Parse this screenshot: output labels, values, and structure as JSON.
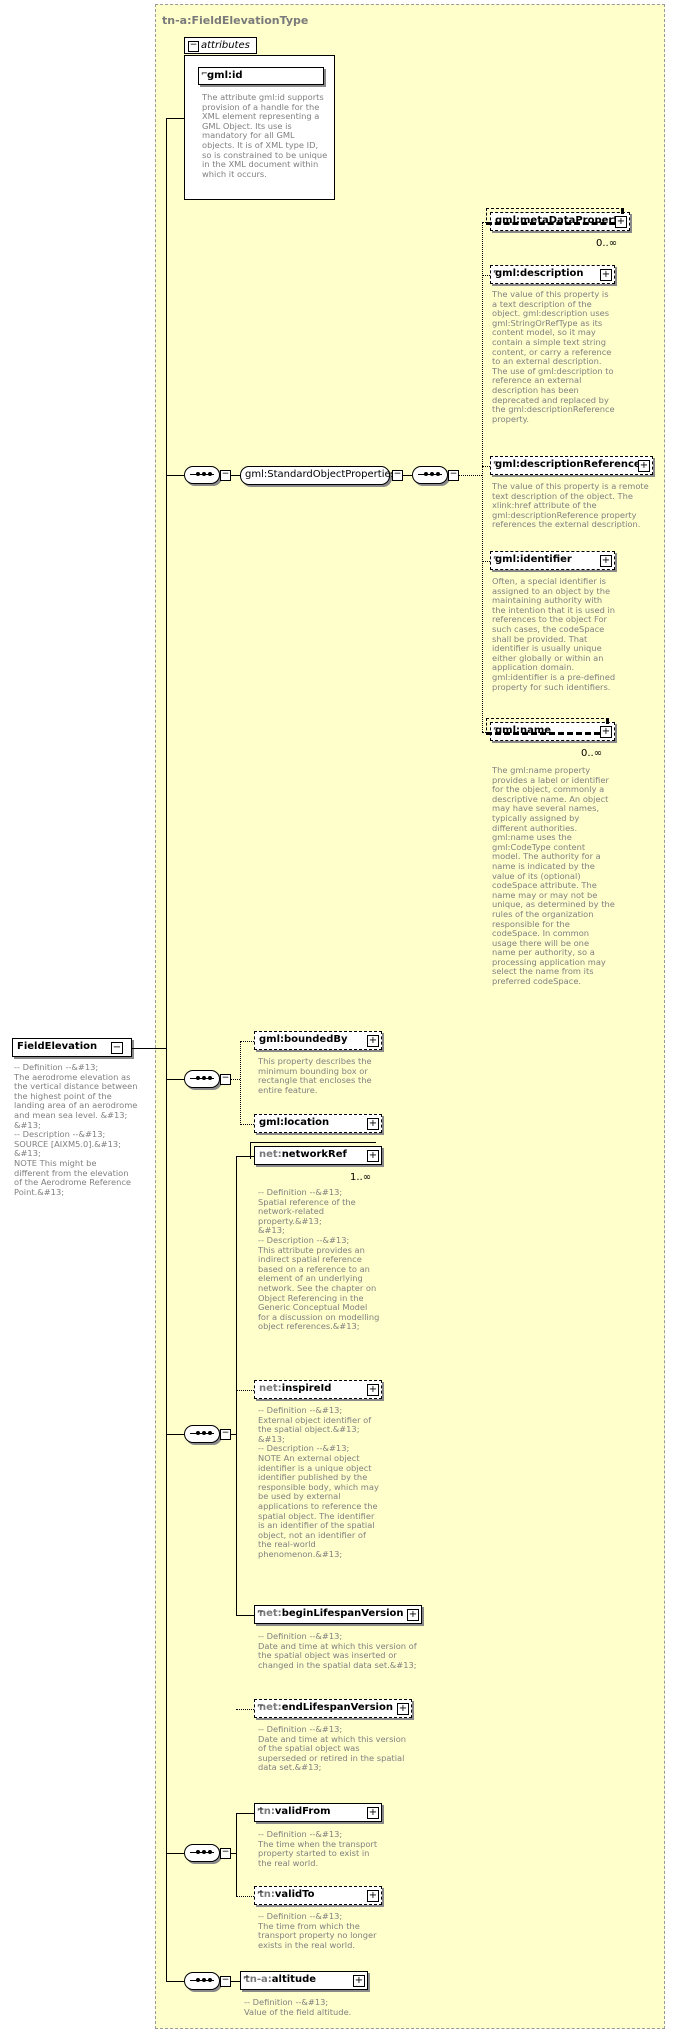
{
  "type_name": "tn-a:FieldElevationType",
  "root": {
    "name": "FieldElevation",
    "description": "-- Definition --&#13;\nThe aerodrome elevation as\nthe vertical distance between\nthe highest point of the\nlanding area of an aerodrome\nand mean sea level. &#13;\n&#13;\n-- Description --&#13;\nSOURCE [AIXM5.0].&#13;\n&#13;\nNOTE This might be\ndifferent from the elevation\nof the Aerodrome Reference\nPoint.&#13;"
  },
  "attributes": {
    "tab_label": "attributes",
    "id_label": "gml:id",
    "id_description": "The attribute gml:id supports\nprovision of a handle for the\nXML element representing a\nGML Object. Its use is\nmandatory for all GML\nobjects. It is of XML type ID,\nso is constrained to be unique\nin the XML document within\nwhich it occurs."
  },
  "group": {
    "name": "gml:StandardObjectProperties"
  },
  "gml_elements": [
    {
      "label": "gml:metaDataProperty",
      "occ": "0..∞",
      "description": ""
    },
    {
      "label": "gml:description",
      "occ": "",
      "description": "The value of this property is\na text description of the\nobject. gml:description uses\ngml:StringOrRefType as its\ncontent model, so it may\ncontain a simple text string\ncontent, or carry a reference\nto an external description.\nThe use of gml:description to\nreference an external\ndescription has been\ndeprecated and replaced by\nthe gml:descriptionReference\nproperty."
    },
    {
      "label": "gml:descriptionReference",
      "occ": "",
      "description": "The value of this property is a remote\ntext description of the object. The\nxlink:href attribute of the\ngml:descriptionReference property\nreferences the external description."
    },
    {
      "label": "gml:identifier",
      "occ": "",
      "description": "Often, a special identifier is\nassigned to an object by the\nmaintaining authority with\nthe intention that it is used in\nreferences to the object For\nsuch cases, the codeSpace\nshall be provided. That\nidentifier is usually unique\neither globally or within an\napplication domain.\ngml:identifier is a pre-defined\nproperty for such identifiers."
    },
    {
      "label": "gml:name",
      "occ": "0..∞",
      "description": "The gml:name property\nprovides a label or identifier\nfor the object, commonly a\ndescriptive name. An object\nmay have several names,\ntypically assigned by\ndifferent authorities.\ngml:name uses the\ngml:CodeType content\nmodel.  The authority for a\nname is indicated by the\nvalue of its (optional)\ncodeSpace attribute.  The\nname may or may not be\nunique, as determined by the\nrules of the organization\nresponsible for the\ncodeSpace.  In common\nusage there will be one\nname per authority, so a\nprocessing application may\nselect the name from its\npreferred codeSpace."
    }
  ],
  "bounded": {
    "label": "gml:boundedBy",
    "description": "This property describes the\nminimum bounding box or\nrectangle that encloses the\nentire feature."
  },
  "location": {
    "label": "gml:location"
  },
  "net_elements": [
    {
      "prefix": "net:",
      "name": "networkRef",
      "occ": "1..∞",
      "description": "-- Definition --&#13;\nSpatial reference of the\nnetwork-related\nproperty.&#13;\n&#13;\n-- Description --&#13;\nThis attribute provides an\nindirect spatial reference\nbased on a reference to an\nelement of an underlying\nnetwork. See the chapter on\nObject Referencing in the\nGeneric Conceptual Model\nfor a discussion on modelling\nobject references.&#13;"
    },
    {
      "prefix": "net:",
      "name": "inspireId",
      "occ": "",
      "description": "-- Definition --&#13;\nExternal object identifier of\nthe spatial object.&#13;\n&#13;\n-- Description --&#13;\nNOTE An external object\nidentifier is a unique object\nidentifier published by the\nresponsible body, which may\nbe used by external\napplications to reference the\nspatial object. The identifier\nis an identifier of the spatial\nobject, not an identifier of\nthe real-world\nphenomenon.&#13;"
    },
    {
      "prefix": "net:",
      "name": "beginLifespanVersion",
      "occ": "",
      "description": "-- Definition --&#13;\nDate and time at which this version of\nthe spatial object was inserted or\nchanged in the spatial data set.&#13;"
    },
    {
      "prefix": "net:",
      "name": "endLifespanVersion",
      "occ": "",
      "description": "-- Definition --&#13;\nDate and time at which this version\nof the spatial object was\nsuperseded or retired in the spatial\ndata set.&#13;"
    }
  ],
  "tn_elements": [
    {
      "prefix": "tn:",
      "name": "validFrom",
      "description": "-- Definition --&#13;\nThe time when the transport\nproperty started to exist in\nthe real world."
    },
    {
      "prefix": "tn:",
      "name": "validTo",
      "description": "-- Definition --&#13;\nThe time from which the\ntransport property no longer\nexists in the real world."
    }
  ],
  "altitude": {
    "prefix": "tn-a:",
    "name": "altitude",
    "description": "-- Definition --&#13;\nValue of the field altitude."
  }
}
